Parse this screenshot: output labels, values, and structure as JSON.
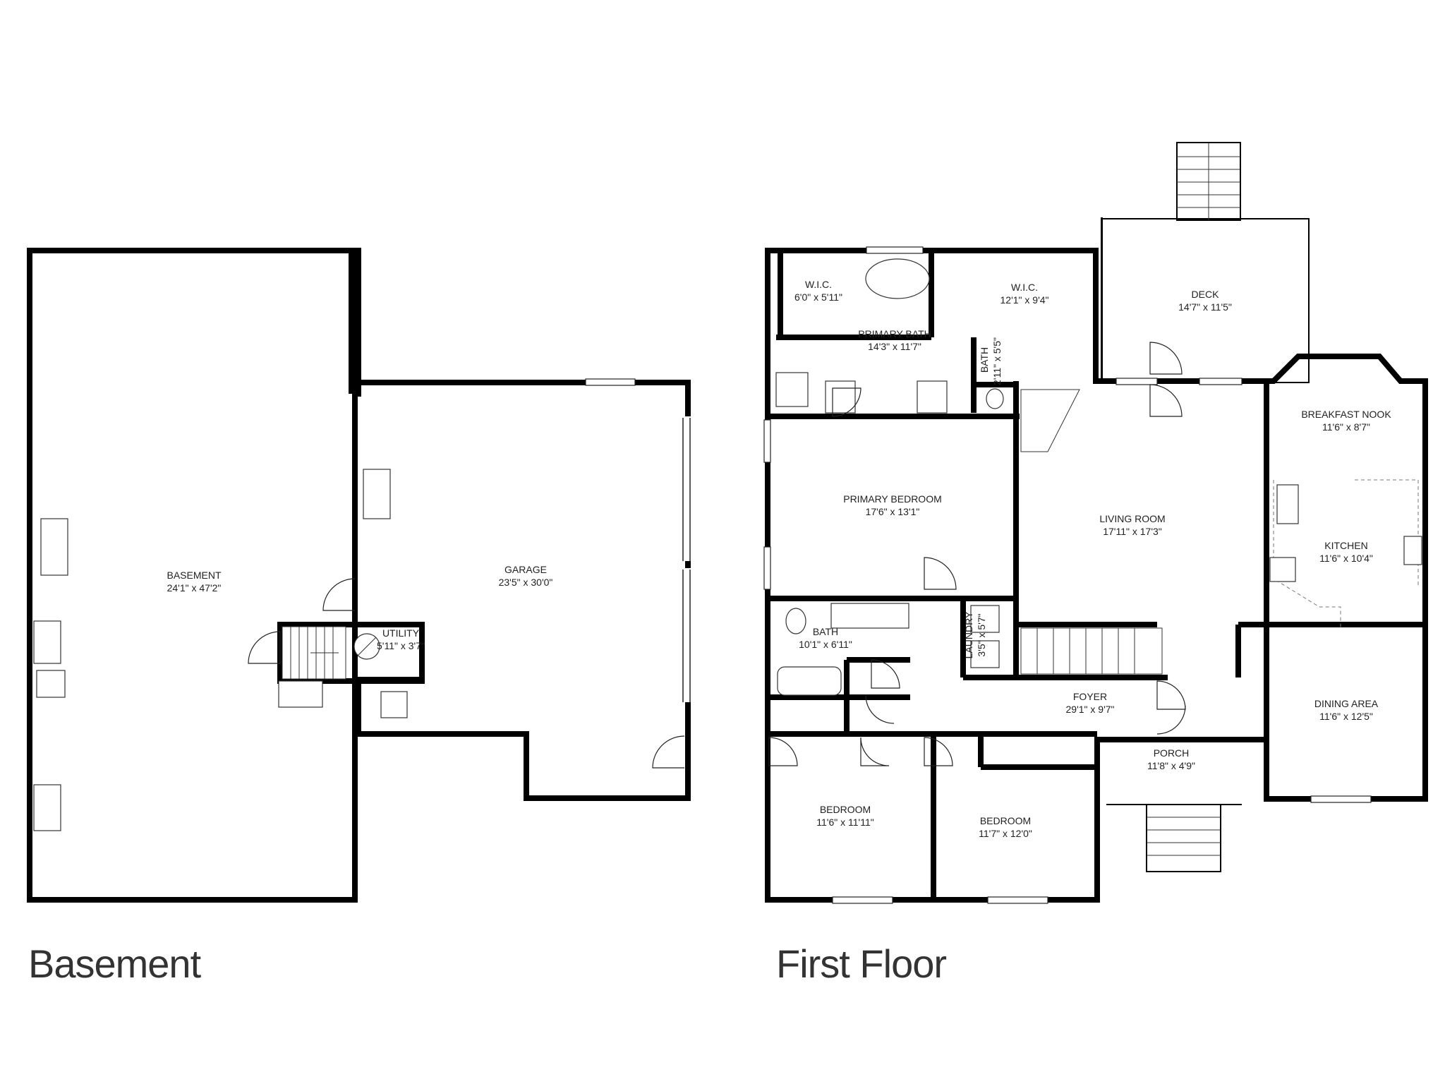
{
  "floors": {
    "basement": {
      "title": "Basement",
      "rooms": {
        "basement": {
          "name": "BASEMENT",
          "dims": "24'1\" x 47'2\""
        },
        "garage": {
          "name": "GARAGE",
          "dims": "23'5\" x 30'0\""
        },
        "utility": {
          "name": "UTILITY",
          "dims": "5'11\" x 3'7\""
        }
      }
    },
    "first": {
      "title": "First Floor",
      "rooms": {
        "wic_left": {
          "name": "W.I.C.",
          "dims": "6'0\" x 5'11\""
        },
        "primary_bath": {
          "name": "PRIMARY BATH",
          "dims": "14'3\" x 11'7\""
        },
        "wic_right": {
          "name": "W.I.C.",
          "dims": "12'1\" x 9'4\""
        },
        "bath_small": {
          "name": "BATH",
          "dims": "2'11\" x 5'5\""
        },
        "deck": {
          "name": "DECK",
          "dims": "14'7\" x 11'5\""
        },
        "breakfast_nook": {
          "name": "BREAKFAST NOOK",
          "dims": "11'6\" x 8'7\""
        },
        "primary_bedroom": {
          "name": "PRIMARY BEDROOM",
          "dims": "17'6\" x 13'1\""
        },
        "living_room": {
          "name": "LIVING ROOM",
          "dims": "17'11\" x 17'3\""
        },
        "kitchen": {
          "name": "KITCHEN",
          "dims": "11'6\" x 10'4\""
        },
        "bath": {
          "name": "BATH",
          "dims": "10'1\" x 6'11\""
        },
        "laundry": {
          "name": "LAUNDRY",
          "dims": "3'5\" x 5'7\""
        },
        "foyer": {
          "name": "FOYER",
          "dims": "29'1\" x 9'7\""
        },
        "dining_area": {
          "name": "DINING AREA",
          "dims": "11'6\" x 12'5\""
        },
        "porch": {
          "name": "PORCH",
          "dims": "11'8\" x 4'9\""
        },
        "bedroom_1": {
          "name": "BEDROOM",
          "dims": "11'6\" x 11'11\""
        },
        "bedroom_2": {
          "name": "BEDROOM",
          "dims": "11'7\" x 12'0\""
        }
      }
    }
  },
  "colors": {
    "wall": "#000000",
    "background": "#ffffff",
    "text": "#222222"
  }
}
